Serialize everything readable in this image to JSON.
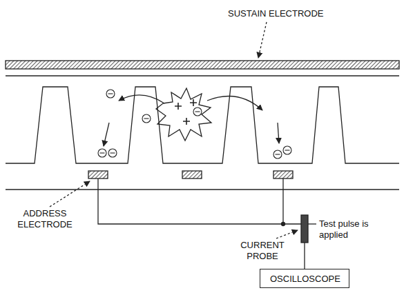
{
  "diagram": {
    "nodes": [
      {
        "text": [
          "OSCILLOSCOPE"
        ]
      }
    ],
    "labels": [
      "SUSTAIN ELECTRODE",
      "ADDRESS ELECTRODE",
      "CURRENT PROBE",
      "Test pulse is applied"
    ]
  }
}
